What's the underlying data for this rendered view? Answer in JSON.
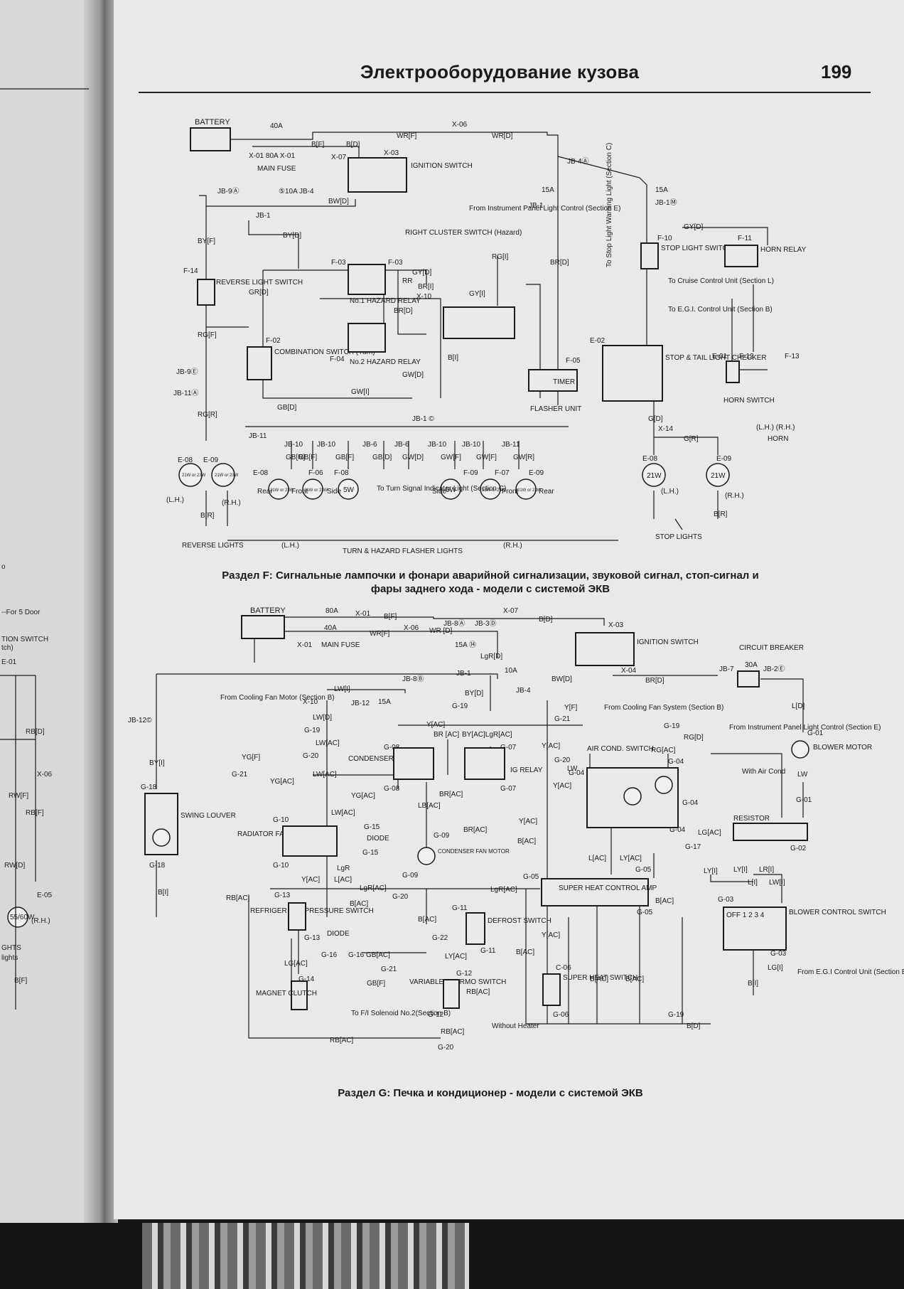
{
  "header": {
    "running_head": "Электрооборудование кузова",
    "page_number": "199"
  },
  "section_f": {
    "caption_line1": "Раздел F: Сигнальные лампочки и фонари аварийной сигнализации, звуковой сигнал, стоп-сигнал и",
    "caption_line2": "фары заднего хода - модели с системой ЭКВ",
    "labels": {
      "battery": "BATTERY",
      "fuse_40a": "40A",
      "x01_80a": "X-01 80A X-01",
      "main_fuse": "MAIN FUSE",
      "bf": "B[F]",
      "wrf": "WR[F]",
      "x06": "X-06",
      "wrd": "WR[D]",
      "bd": "B[D]",
      "x07": "X-07",
      "x03": "X-03",
      "ignition_switch": "IGNITION SWITCH",
      "jb4a": "JB-4Ⓐ",
      "fuse_15a_a": "15A",
      "fuse_15a_b": "15A",
      "jb1m": "JB-1Ⓜ",
      "jb9a": "JB-9Ⓐ",
      "fuse_10a": "⑤10A JB-4",
      "bwd": "BW[D]",
      "jb1e": "JB-1",
      "from_instrument": "From Instrument Panel Light Control (Section E)",
      "jb1d": "JB-1",
      "byf": "BY[F]",
      "byd": "BY[D]",
      "right_cluster": "RIGHT CLUSTER SWITCH (Hazard)",
      "f14": "F-14",
      "reverse_light_switch": "REVERSE LIGHT SWITCH",
      "grd": "GR[D]",
      "f03": "F-03",
      "f03b": "F-03",
      "gyd": "GY[D]",
      "no1_hazard_relay": "No.1 HAZARD RELAY",
      "rr": "RR",
      "bri": "BR[I]",
      "x10": "X-10",
      "gyi": "GY[I]",
      "rgi": "RG[I]",
      "brd": "BR[D]",
      "to_stop_light": "To Stop Light Warning Light (Section C)",
      "gyd2": "GY[D]",
      "f10": "F-10",
      "stop_light_switch": "STOP LIGHT SWITCH",
      "f11": "F-11",
      "horn_relay": "HORN RELAY",
      "to_cruise": "To Cruise Control Unit (Section L)",
      "to_egi": "To E.G.I. Control Unit (Section B)",
      "rgf": "RG[F]",
      "f02": "F-02",
      "combination_switch": "COMBINATION SWITCH (Turn)",
      "f04": "F-04",
      "no2_hazard_relay": "No.2 HAZARD RELAY",
      "gwd": "GW[D]",
      "gwi": "GW[I]",
      "bi": "B[I]",
      "e02": "E-02",
      "stop_tail_checker": "STOP & TAIL LIGHT CHECKER",
      "e01": "E-01",
      "f12": "F-12",
      "f13": "F-13",
      "horn_switch": "HORN SWITCH",
      "horn": "HORN",
      "lh_rh": "(L.H.) (R.H.)",
      "jb9e": "JB-9Ⓔ",
      "jb11a": "JB-11Ⓐ",
      "rgr": "RG[R]",
      "gbd": "GB[D]",
      "f05": "F-05",
      "timer": "TIMER",
      "flasher_unit": "FLASHER UNIT",
      "gd": "G[D]",
      "x14": "X-14",
      "gr": "G[R]",
      "jb11": "JB-11",
      "jb10": "JB-10",
      "jb6": "JB-6",
      "jb1c": "JB-1 ©",
      "e08": "E-08",
      "e09": "E-09",
      "bulb_21w_23w": "21W or 23W",
      "gbr": "GB[R]",
      "gbf": "GB[F]",
      "gwf": "GW[F]",
      "gwr": "GW[R]",
      "f06": "F-06",
      "f08": "F-08",
      "f09": "F-09",
      "f07": "F-07",
      "rear": "Rear",
      "front": "Front",
      "side": "Side",
      "bulb_5w": "5W",
      "to_turn_signal": "To Turn Signal Indicator Light (Section C)",
      "bulb_21w": "21W",
      "br": "B[R]",
      "lh": "(L.H.)",
      "rh": "(R.H.)",
      "reverse_lights": "REVERSE LIGHTS",
      "turn_hazard": "TURN & HAZARD FLASHER LIGHTS",
      "stop_lights": "STOP LIGHTS"
    }
  },
  "section_g": {
    "caption": "Раздел G: Печка и кондиционер - модели с системой ЭКВ",
    "labels": {
      "battery": "BATTERY",
      "fuse_80a": "80A",
      "x01": "X-01",
      "fuse_40a": "40A",
      "main_fuse": "MAIN FUSE",
      "bf": "B[F]",
      "wrf": "WR[F]",
      "x06": "X-06",
      "wr_d": "WR [D]",
      "jb8a": "JB-8Ⓐ",
      "jb3d": "JB-3Ⓓ",
      "fuse_15a": "15A ⑭",
      "x07": "X-07",
      "bd": "B[D]",
      "x03": "X-03",
      "lgrd": "LgR[D]",
      "ignition_switch": "IGNITION SWITCH",
      "circuit_breaker": "CIRCUIT BREAKER",
      "cb_30a": "30A",
      "jb7": "JB-7",
      "jb2e": "JB-2Ⓔ",
      "lwi": "LW[I]",
      "jb8b": "JB-8Ⓑ",
      "jb1o": "JB-1",
      "fuse_10a": "10A",
      "bwd": "BW[D]",
      "x04": "X-04",
      "brd": "BR[D]",
      "jb4": "JB-4",
      "from_cooling_fan_motor": "From Cooling Fan Motor (Section B)",
      "x10": "X-10",
      "jb12": "JB-12",
      "fuse_15a_b": "15A",
      "byd": "BY[D]",
      "g19": "G-19",
      "yf": "Y[F]",
      "from_cooling_fan_system": "From Cooling Fan System (Section B)",
      "g21": "G-21",
      "ld": "L[D]",
      "jb12c": "JB-12©",
      "lwd": "LW[D]",
      "rgd": "RG[D]",
      "from_instrument": "From Instrument Panel Light Control (Section E)",
      "g01": "G-01",
      "blower_motor": "BLOWER MOTOR",
      "lwac": "LW[AC]",
      "yac": "Y[AC]",
      "br_ac": "BR [AC]",
      "bylgr": "BY[AC]LgR[AC]",
      "g08": "G-08",
      "g07": "G-07",
      "g20": "G-20",
      "ygf": "YG[F]",
      "condenser_fan_relay": "CONDENSER FAN RELAY",
      "ig_relay": "IG RELAY",
      "air_cond_switch": "AIR COND. SWITCH",
      "rgac": "RG[AC]",
      "g04": "G-04",
      "with_air_cond": "With Air Cond",
      "lw": "LW",
      "byi": "BY[I]",
      "ygac": "YG[AC]",
      "brac": "BR[AC]",
      "g18": "G-18",
      "swing_louver": "SWING LOUVER",
      "g10": "G-10",
      "g15": "G-15",
      "diode": "DIODE",
      "radiator_fan_relay": "RADIATOR FAN RELAY",
      "lbac": "LB[AC]",
      "g09": "G-09",
      "condenser_fan_motor": "CONDENSER FAN MOTOR",
      "bac": "B[AC]",
      "resistor": "RESISTOR",
      "lgac": "LG[AC]",
      "g17": "G-17",
      "g02": "G-02",
      "lgr": "LgR",
      "lac": "L[AC]",
      "lyac": "LY[AC]",
      "g05": "G-05",
      "lyi": "LY[I]",
      "lri": "LR[I]",
      "li": "L[I]",
      "lwi2": "LW[I]",
      "bi": "B[I]",
      "rbac": "RB[AC]",
      "g13": "G-13",
      "lgrac": "LgR[AC]",
      "super_heat_control_amp": "SUPER HEAT CONTROL AMP",
      "g03": "G-03",
      "blower_control_switch": "BLOWER CONTROL SWITCH",
      "refriger_switch": "REFRIGER ANT PRESSURE SWITCH",
      "g11": "G-11",
      "defrost_switch": "DEFROST SWITCH",
      "g22": "G-22",
      "g16": "G-16",
      "gbac": "G-16 GB[AC]",
      "lgac2": "LG[AC]",
      "g14": "G-14",
      "magnet_clutch": "MAGNET CLUTCH",
      "gbf": "GB[F]",
      "to_fi_solenoid": "To F/I Solenoid No.2(Section B)",
      "variable_thermo_switch": "VARIABLE THERMO SWITCH",
      "g12": "G-12",
      "c06": "C-06",
      "super_heat_switch": "SUPER HEAT SWITCH",
      "g06": "G-06",
      "without_heater": "Without Heater",
      "lgi": "LG[I]",
      "from_egi": "From E.G.I Control Unit (Section B)",
      "g19b": "G-19",
      "bd2": "B[D]",
      "off_123": "OFF 1 2 3 4"
    }
  },
  "left_page": {
    "for_5_door": "--For 5 Door",
    "ition_switch": "TION SWITCH",
    "tch": "tch)",
    "e01": "E-01",
    "rbd": "RB[D]",
    "x06": "X-06",
    "rwf": "RW[F]",
    "rbf": "RB[F]",
    "rwd": "RW[D]",
    "e05": "E-05",
    "bulb": "55/60W",
    "rh": "(R.H.)",
    "ghts": "GHTS",
    "lights": "lights",
    "bf": "B[F]",
    "o": "o"
  }
}
